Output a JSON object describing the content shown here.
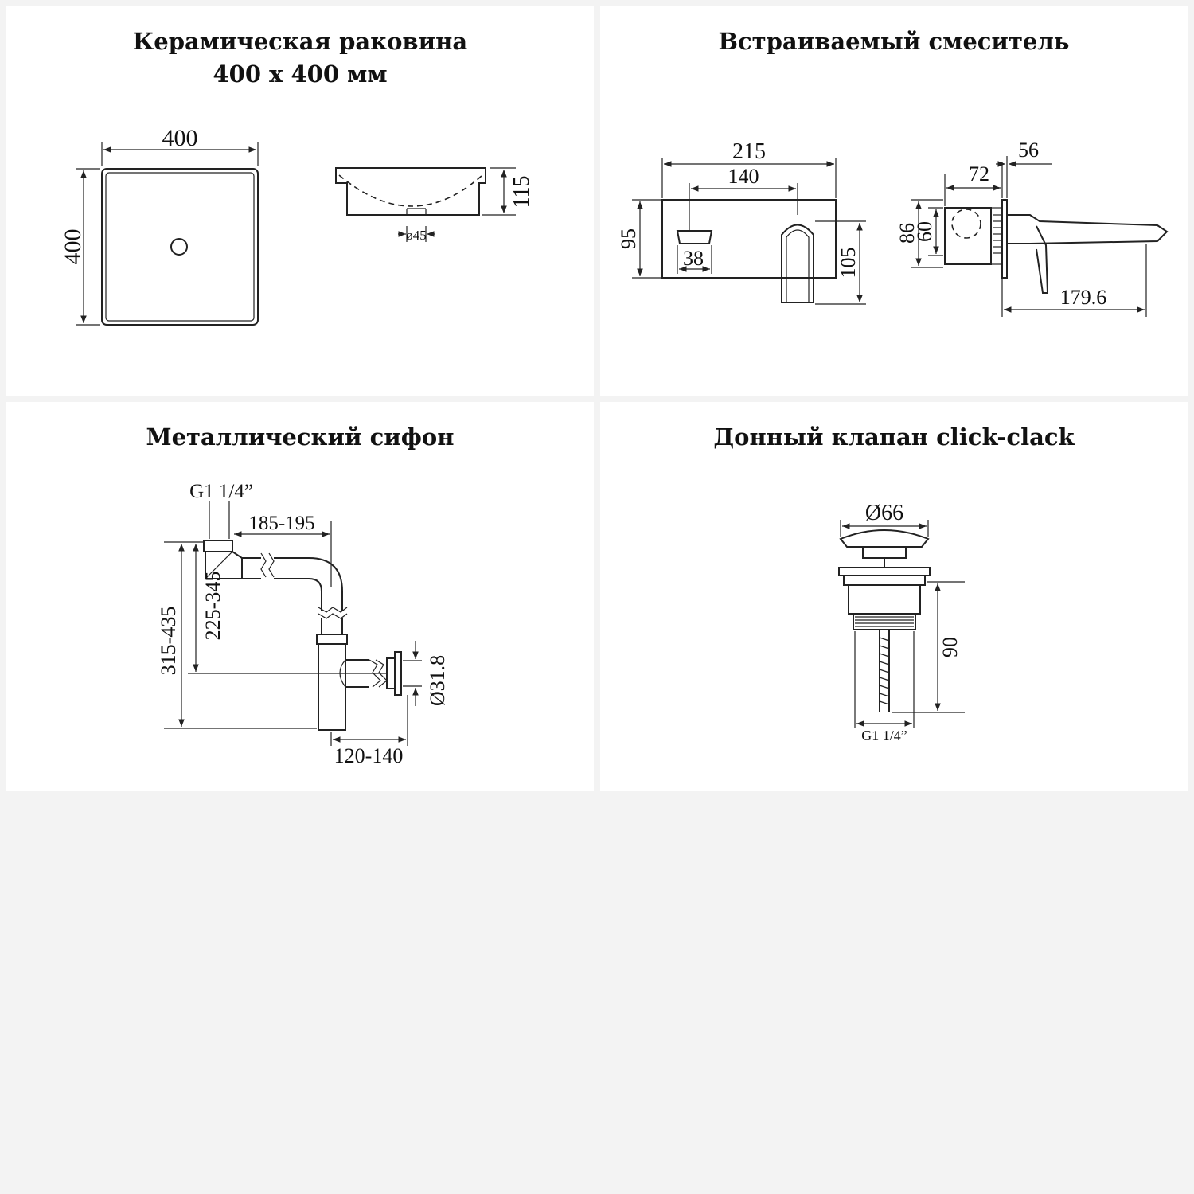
{
  "panels": {
    "sink": {
      "title_line1": "Керамическая раковина",
      "title_line2": "400 х 400 мм",
      "dim_width": "400",
      "dim_height": "400",
      "dim_depth": "115",
      "dim_drain": "ø45"
    },
    "mixer": {
      "title": "Встраиваемый смеситель",
      "dim_total_width": "215",
      "dim_spout_offset": "140",
      "dim_height_front": "95",
      "dim_handle": "38",
      "dim_spout_height": "105",
      "dim_body_depth": "72",
      "dim_plate": "56",
      "dim_outer": "86",
      "dim_inner": "60",
      "dim_spout_length": "179.6"
    },
    "siphon": {
      "title": "Металлический сифон",
      "dim_thread": "G1 1/4”",
      "dim_horizontal": "185-195",
      "dim_total_height": "315-435",
      "dim_inner_height": "225-345",
      "dim_outlet": "Ø31.8",
      "dim_wall": "120-140"
    },
    "valve": {
      "title": "Донный клапан click-clack",
      "dim_cap": "Ø66",
      "dim_height": "90",
      "dim_thread": "G1 1/4”"
    }
  },
  "colors": {
    "background": "#f3f3f3",
    "panel": "#ffffff",
    "line": "#222222"
  }
}
